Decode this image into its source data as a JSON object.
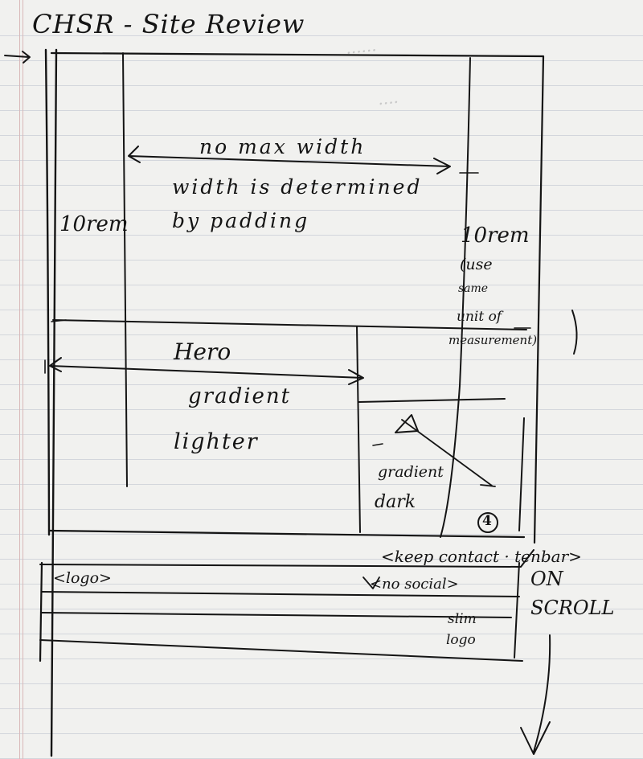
{
  "sketch": {
    "title": "CHSR - Site Review",
    "annotations": {
      "no_max_width": "no max width",
      "width_determined": "width is determined",
      "by_padding": "by padding",
      "left_margin": "10rem",
      "right_margin": "10rem",
      "right_note": [
        "(use",
        "same",
        "unit of",
        "measurement)"
      ],
      "hero_label": "Hero",
      "gradient_lighter": [
        "gradient",
        "lighter"
      ],
      "gradient_darker": [
        "gradient",
        "dark"
      ],
      "number_circle": "4",
      "keep_contact": "<keep contact · tenbar>",
      "on_scroll": "ON\nSCROLL",
      "logo_tag": "<logo>",
      "no_social": "<no social>",
      "slim_logo": [
        "slim",
        "logo"
      ]
    }
  }
}
